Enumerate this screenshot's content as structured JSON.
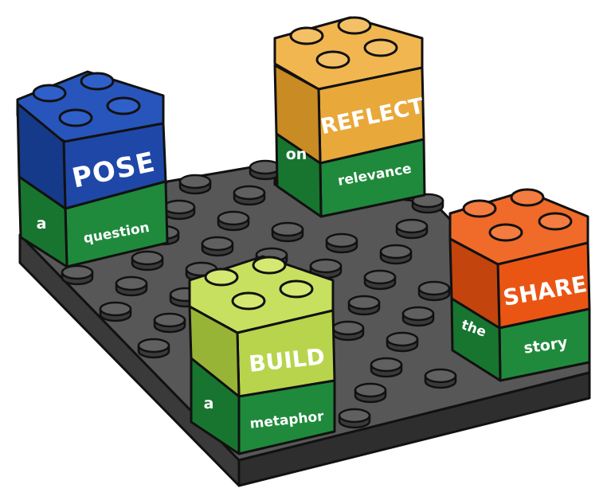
{
  "blocks": {
    "pose": {
      "word": "POSE",
      "left_text": "a",
      "right_text": "question",
      "color": "#1f47a8"
    },
    "reflect": {
      "word": "REFLECT",
      "left_text": "on",
      "right_text": "relevance",
      "color": "#e8a83a"
    },
    "share": {
      "word": "SHARE",
      "left_text": "the",
      "right_text": "story",
      "color": "#ea5514"
    },
    "build": {
      "word": "BUILD",
      "left_text": "a",
      "right_text": "metaphor",
      "color": "#b8d44c"
    }
  },
  "colors": {
    "baseplate": "#4d4d4d",
    "bottom_row": "#1f8a3c"
  }
}
